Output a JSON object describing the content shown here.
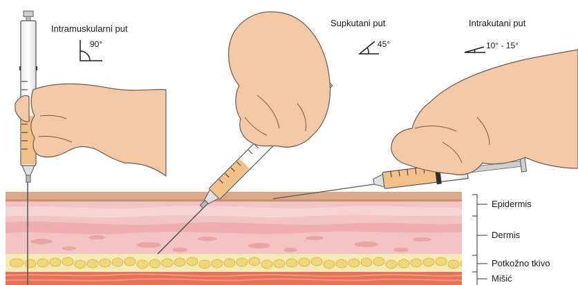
{
  "routes": [
    {
      "label": "Intramuskularni  put",
      "angle": "90°"
    },
    {
      "label": "Supkutani put",
      "angle": "45°"
    },
    {
      "label": "Intrakutani put",
      "angle": "10° - 15°"
    }
  ],
  "layers": [
    {
      "label": "Epidermis"
    },
    {
      "label": "Dermis"
    },
    {
      "label": "Potkožno tkivo"
    },
    {
      "label": "Mišić"
    }
  ],
  "colors": {
    "epidermis": "#d9a98a",
    "dermis": "#f2b9b9",
    "subcutis": "#f3e7a6",
    "muscle": "#e8705a",
    "skin_hand": "#f3c9a7",
    "syringe_fill": "#f4c08a",
    "plunger": "#3a3a3a"
  }
}
